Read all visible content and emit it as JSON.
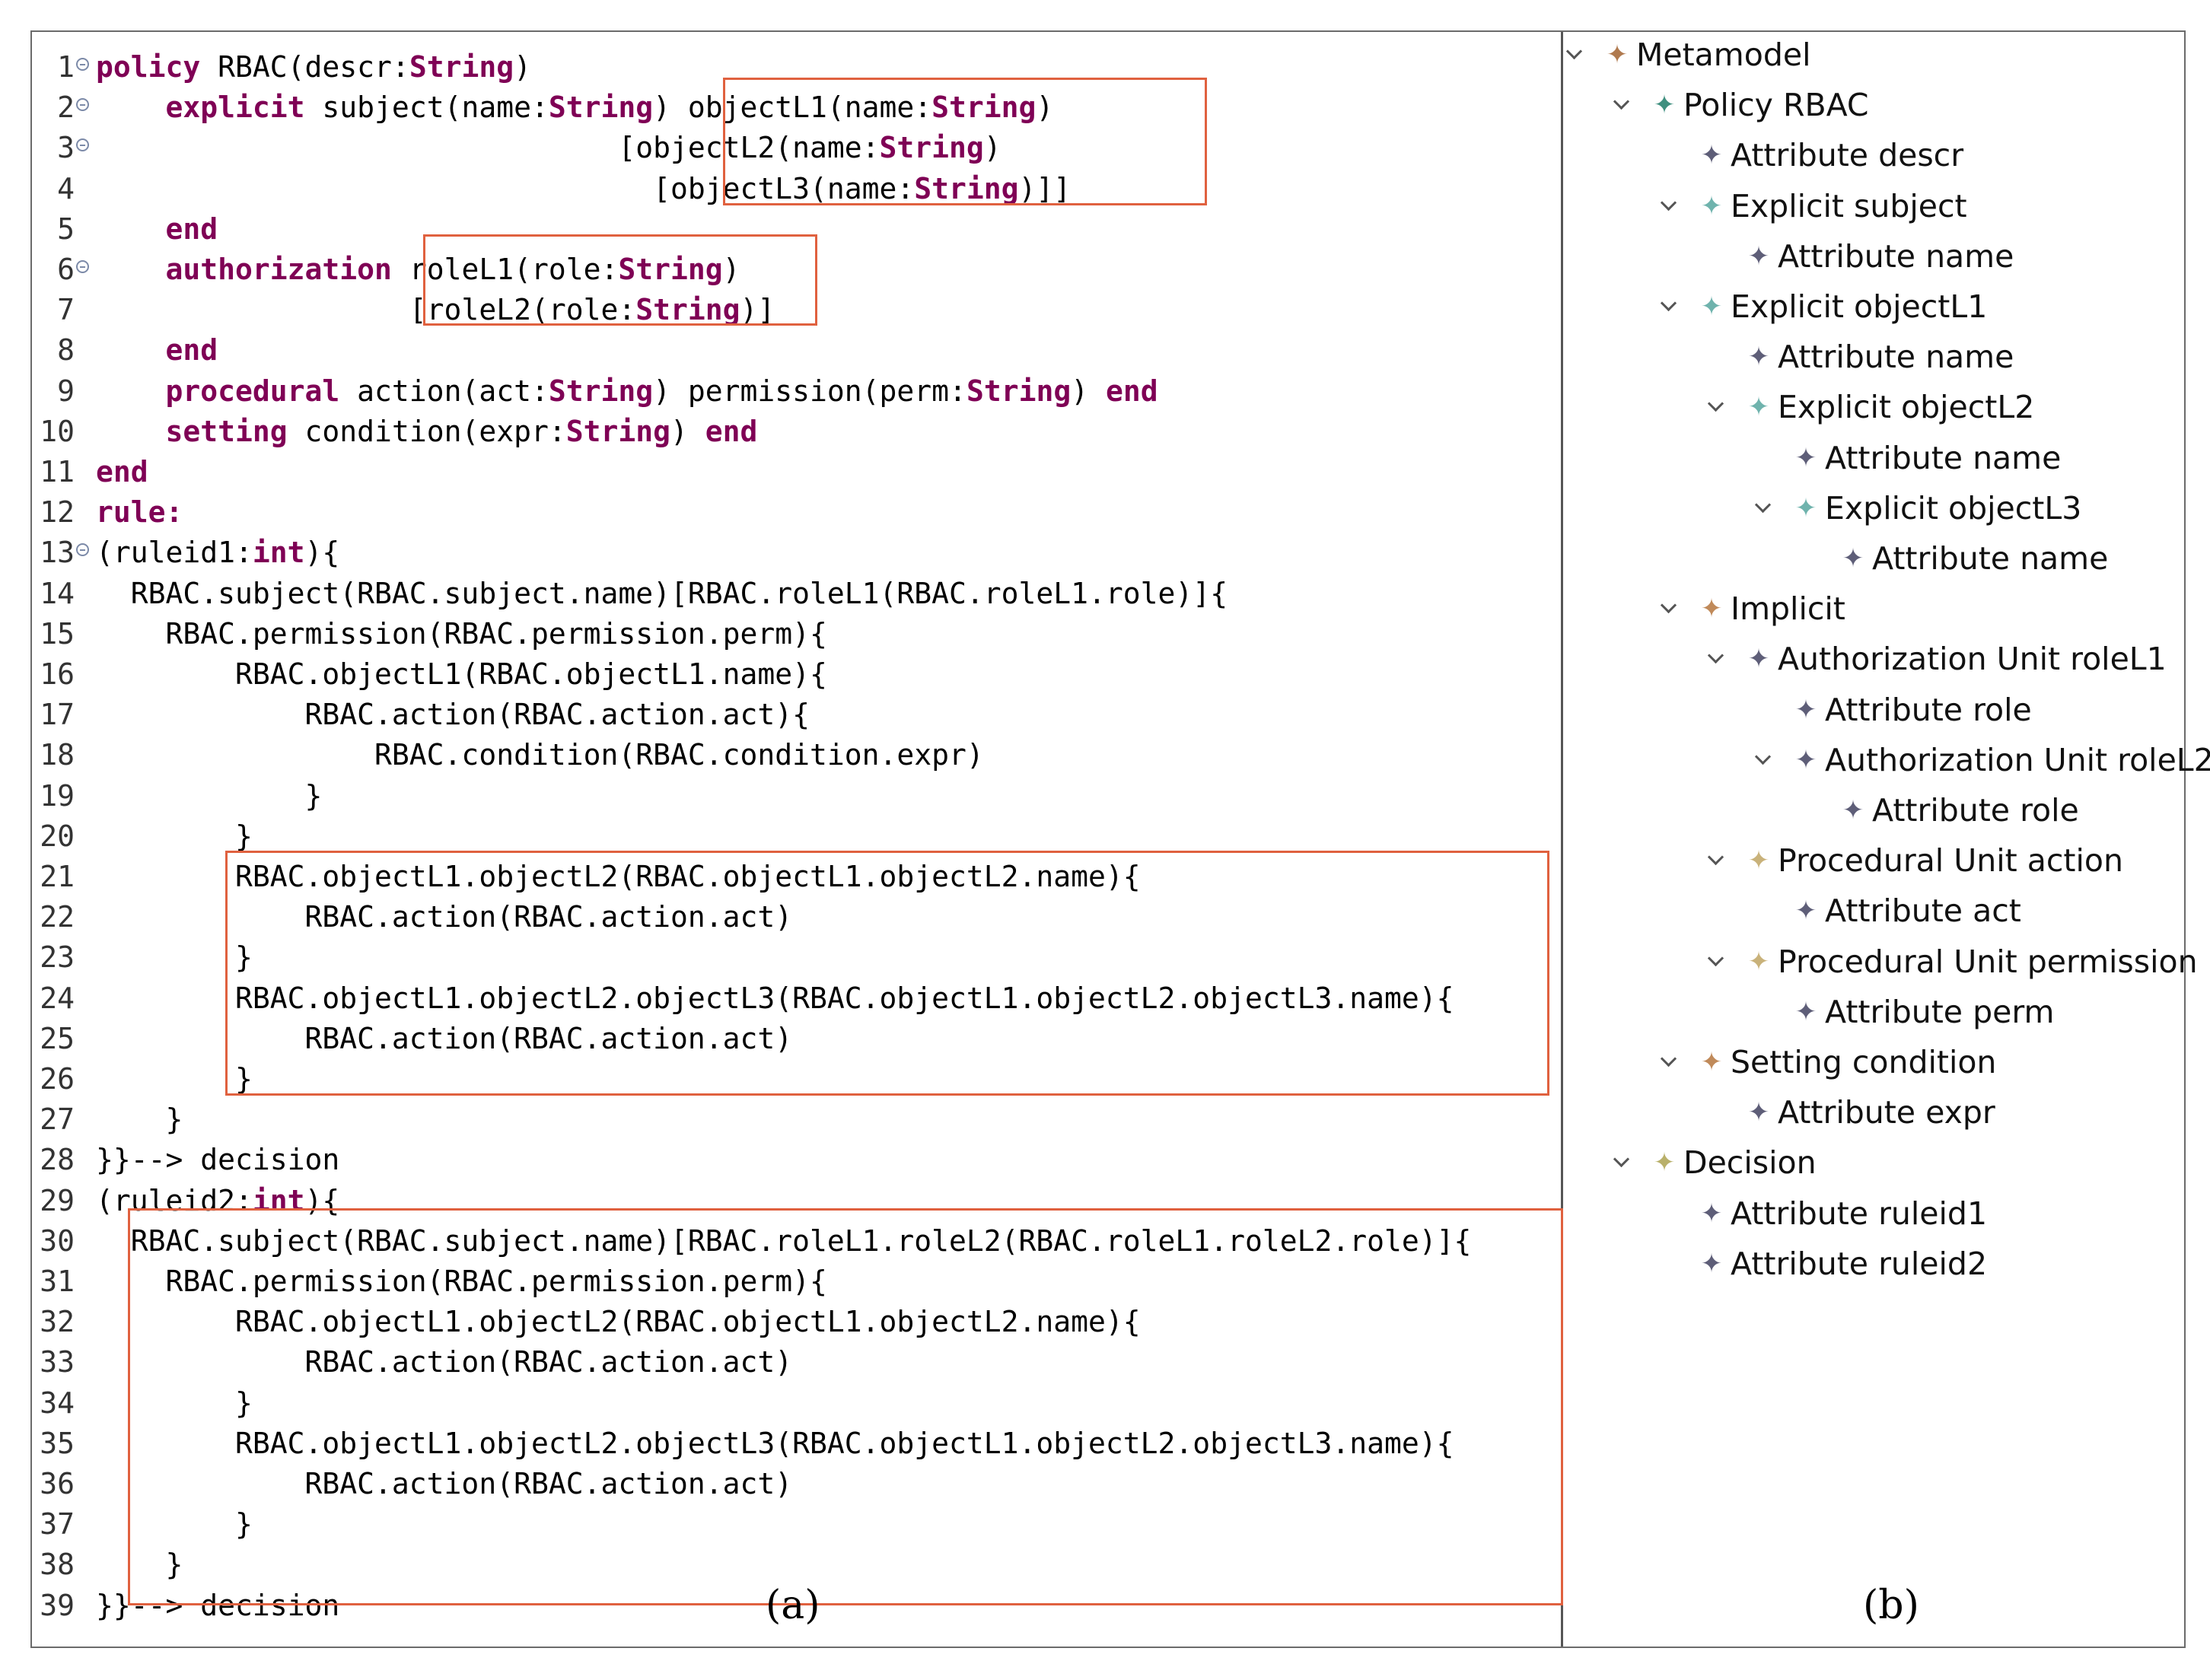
{
  "editor": {
    "caption": "(a)",
    "lines": [
      {
        "n": "1",
        "fold": true,
        "tokens": [
          [
            "kw",
            "policy"
          ],
          [
            "p",
            " RBAC(descr:"
          ],
          [
            "kw",
            "String"
          ],
          [
            "p",
            ")"
          ]
        ]
      },
      {
        "n": "2",
        "fold": true,
        "tokens": [
          [
            "p",
            "    "
          ],
          [
            "kw",
            "explicit"
          ],
          [
            "p",
            " subject(name:"
          ],
          [
            "kw",
            "String"
          ],
          [
            "p",
            ") objectL1(name:"
          ],
          [
            "kw",
            "String"
          ],
          [
            "p",
            ")"
          ]
        ]
      },
      {
        "n": "3",
        "fold": true,
        "tokens": [
          [
            "p",
            "                              [objectL2(name:"
          ],
          [
            "kw",
            "String"
          ],
          [
            "p",
            ")"
          ]
        ]
      },
      {
        "n": "4",
        "fold": false,
        "tokens": [
          [
            "p",
            "                                [objectL3(name:"
          ],
          [
            "kw",
            "String"
          ],
          [
            "p",
            ")]]"
          ]
        ]
      },
      {
        "n": "5",
        "fold": false,
        "tokens": [
          [
            "p",
            "    "
          ],
          [
            "kw",
            "end"
          ]
        ]
      },
      {
        "n": "6",
        "fold": true,
        "tokens": [
          [
            "p",
            "    "
          ],
          [
            "kw",
            "authorization"
          ],
          [
            "p",
            " roleL1(role:"
          ],
          [
            "kw",
            "String"
          ],
          [
            "p",
            ")"
          ]
        ]
      },
      {
        "n": "7",
        "fold": false,
        "tokens": [
          [
            "p",
            "                  [roleL2(role:"
          ],
          [
            "kw",
            "String"
          ],
          [
            "p",
            ")]"
          ]
        ]
      },
      {
        "n": "8",
        "fold": false,
        "tokens": [
          [
            "p",
            "    "
          ],
          [
            "kw",
            "end"
          ]
        ]
      },
      {
        "n": "9",
        "fold": false,
        "tokens": [
          [
            "p",
            "    "
          ],
          [
            "kw",
            "procedural"
          ],
          [
            "p",
            " action(act:"
          ],
          [
            "kw",
            "String"
          ],
          [
            "p",
            ") permission(perm:"
          ],
          [
            "kw",
            "String"
          ],
          [
            "p",
            ") "
          ],
          [
            "kw",
            "end"
          ]
        ]
      },
      {
        "n": "10",
        "fold": false,
        "tokens": [
          [
            "p",
            "    "
          ],
          [
            "kw",
            "setting"
          ],
          [
            "p",
            " condition(expr:"
          ],
          [
            "kw",
            "String"
          ],
          [
            "p",
            ") "
          ],
          [
            "kw",
            "end"
          ]
        ]
      },
      {
        "n": "11",
        "fold": false,
        "tokens": [
          [
            "kw",
            "end"
          ]
        ]
      },
      {
        "n": "12",
        "fold": false,
        "tokens": [
          [
            "kw",
            "rule:"
          ]
        ]
      },
      {
        "n": "13",
        "fold": true,
        "tokens": [
          [
            "p",
            "(ruleid1:"
          ],
          [
            "kw",
            "int"
          ],
          [
            "p",
            "){"
          ]
        ]
      },
      {
        "n": "14",
        "fold": false,
        "tokens": [
          [
            "p",
            "  RBAC.subject(RBAC.subject.name)[RBAC.roleL1(RBAC.roleL1.role)]{"
          ]
        ]
      },
      {
        "n": "15",
        "fold": false,
        "tokens": [
          [
            "p",
            "    RBAC.permission(RBAC.permission.perm){"
          ]
        ]
      },
      {
        "n": "16",
        "fold": false,
        "tokens": [
          [
            "p",
            "        RBAC.objectL1(RBAC.objectL1.name){"
          ]
        ]
      },
      {
        "n": "17",
        "fold": false,
        "tokens": [
          [
            "p",
            "            RBAC.action(RBAC.action.act){"
          ]
        ]
      },
      {
        "n": "18",
        "fold": false,
        "tokens": [
          [
            "p",
            "                RBAC.condition(RBAC.condition.expr)"
          ]
        ]
      },
      {
        "n": "19",
        "fold": false,
        "tokens": [
          [
            "p",
            "            }"
          ]
        ]
      },
      {
        "n": "20",
        "fold": false,
        "tokens": [
          [
            "p",
            "        }"
          ]
        ]
      },
      {
        "n": "21",
        "fold": false,
        "tokens": [
          [
            "p",
            "        RBAC.objectL1.objectL2(RBAC.objectL1.objectL2.name){"
          ]
        ]
      },
      {
        "n": "22",
        "fold": false,
        "tokens": [
          [
            "p",
            "            RBAC.action(RBAC.action.act)"
          ]
        ]
      },
      {
        "n": "23",
        "fold": false,
        "tokens": [
          [
            "p",
            "        }"
          ]
        ]
      },
      {
        "n": "24",
        "fold": false,
        "tokens": [
          [
            "p",
            "        RBAC.objectL1.objectL2.objectL3(RBAC.objectL1.objectL2.objectL3.name){"
          ]
        ]
      },
      {
        "n": "25",
        "fold": false,
        "tokens": [
          [
            "p",
            "            RBAC.action(RBAC.action.act)"
          ]
        ]
      },
      {
        "n": "26",
        "fold": false,
        "tokens": [
          [
            "p",
            "        }"
          ]
        ]
      },
      {
        "n": "27",
        "fold": false,
        "tokens": [
          [
            "p",
            "    }"
          ]
        ]
      },
      {
        "n": "28",
        "fold": false,
        "tokens": [
          [
            "p",
            "}}--> decision"
          ]
        ]
      },
      {
        "n": "29",
        "fold": false,
        "tokens": [
          [
            "p",
            "(ruleid2:"
          ],
          [
            "kw",
            "int"
          ],
          [
            "p",
            "){"
          ]
        ]
      },
      {
        "n": "30",
        "fold": false,
        "tokens": [
          [
            "p",
            "  RBAC.subject(RBAC.subject.name)[RBAC.roleL1.roleL2(RBAC.roleL1.roleL2.role)]{"
          ]
        ]
      },
      {
        "n": "31",
        "fold": false,
        "tokens": [
          [
            "p",
            "    RBAC.permission(RBAC.permission.perm){"
          ]
        ]
      },
      {
        "n": "32",
        "fold": false,
        "tokens": [
          [
            "p",
            "        RBAC.objectL1.objectL2(RBAC.objectL1.objectL2.name){"
          ]
        ]
      },
      {
        "n": "33",
        "fold": false,
        "tokens": [
          [
            "p",
            "            RBAC.action(RBAC.action.act)"
          ]
        ]
      },
      {
        "n": "34",
        "fold": false,
        "tokens": [
          [
            "p",
            "        }"
          ]
        ]
      },
      {
        "n": "35",
        "fold": false,
        "tokens": [
          [
            "p",
            "        RBAC.objectL1.objectL2.objectL3(RBAC.objectL1.objectL2.objectL3.name){"
          ]
        ]
      },
      {
        "n": "36",
        "fold": false,
        "tokens": [
          [
            "p",
            "            RBAC.action(RBAC.action.act)"
          ]
        ]
      },
      {
        "n": "37",
        "fold": false,
        "tokens": [
          [
            "p",
            "        }"
          ]
        ]
      },
      {
        "n": "38",
        "fold": false,
        "tokens": [
          [
            "p",
            "    }"
          ]
        ]
      },
      {
        "n": "39",
        "fold": false,
        "tokens": [
          [
            "p",
            "}}--> decision"
          ]
        ]
      }
    ]
  },
  "tree": {
    "caption": "(b)",
    "nodes": [
      {
        "label": "Metamodel",
        "depth": 0,
        "expanded": true,
        "icon": "metamodel-icon",
        "color": "#b07a4f"
      },
      {
        "label": "Policy RBAC",
        "depth": 1,
        "expanded": true,
        "icon": "policy-icon",
        "color": "#3f8f7f"
      },
      {
        "label": "Attribute descr",
        "depth": 2,
        "expanded": false,
        "icon": "attribute-icon",
        "color": "#5e5e78"
      },
      {
        "label": "Explicit subject",
        "depth": 2,
        "expanded": true,
        "icon": "explicit-icon",
        "color": "#6fb3ad"
      },
      {
        "label": "Attribute name",
        "depth": 3,
        "expanded": false,
        "icon": "attribute-icon",
        "color": "#5e5e78"
      },
      {
        "label": "Explicit objectL1",
        "depth": 2,
        "expanded": true,
        "icon": "explicit-icon",
        "color": "#6fb3ad"
      },
      {
        "label": "Attribute name",
        "depth": 3,
        "expanded": false,
        "icon": "attribute-icon",
        "color": "#5e5e78"
      },
      {
        "label": "Explicit objectL2",
        "depth": 3,
        "expanded": true,
        "icon": "explicit-icon",
        "color": "#6fb3ad"
      },
      {
        "label": "Attribute name",
        "depth": 4,
        "expanded": false,
        "icon": "attribute-icon",
        "color": "#5e5e78"
      },
      {
        "label": "Explicit objectL3",
        "depth": 4,
        "expanded": true,
        "icon": "explicit-icon",
        "color": "#6fb3ad"
      },
      {
        "label": "Attribute name",
        "depth": 5,
        "expanded": false,
        "icon": "attribute-icon",
        "color": "#5e5e78"
      },
      {
        "label": "Implicit",
        "depth": 2,
        "expanded": true,
        "icon": "implicit-icon",
        "color": "#c08a5a"
      },
      {
        "label": "Authorization Unit roleL1",
        "depth": 3,
        "expanded": true,
        "icon": "authorization-icon",
        "color": "#5e5e78"
      },
      {
        "label": "Attribute role",
        "depth": 4,
        "expanded": false,
        "icon": "attribute-icon",
        "color": "#5e5e78"
      },
      {
        "label": "Authorization Unit roleL2",
        "depth": 4,
        "expanded": true,
        "icon": "authorization-icon",
        "color": "#5e5e78"
      },
      {
        "label": "Attribute role",
        "depth": 5,
        "expanded": false,
        "icon": "attribute-icon",
        "color": "#5e5e78"
      },
      {
        "label": "Procedural Unit action",
        "depth": 3,
        "expanded": true,
        "icon": "procedural-icon",
        "color": "#c9b27a"
      },
      {
        "label": "Attribute act",
        "depth": 4,
        "expanded": false,
        "icon": "attribute-icon",
        "color": "#5e5e78"
      },
      {
        "label": "Procedural Unit permission",
        "depth": 3,
        "expanded": true,
        "icon": "procedural-icon",
        "color": "#c9b27a"
      },
      {
        "label": "Attribute perm",
        "depth": 4,
        "expanded": false,
        "icon": "attribute-icon",
        "color": "#5e5e78"
      },
      {
        "label": "Setting condition",
        "depth": 2,
        "expanded": true,
        "icon": "setting-icon",
        "color": "#c08a5a"
      },
      {
        "label": "Attribute expr",
        "depth": 3,
        "expanded": false,
        "icon": "attribute-icon",
        "color": "#5e5e78"
      },
      {
        "label": "Decision",
        "depth": 1,
        "expanded": true,
        "icon": "decision-icon",
        "color": "#b9b06a"
      },
      {
        "label": "Attribute ruleid1",
        "depth": 2,
        "expanded": false,
        "icon": "attribute-icon",
        "color": "#5e5e78"
      },
      {
        "label": "Attribute ruleid2",
        "depth": 2,
        "expanded": false,
        "icon": "attribute-icon",
        "color": "#5e5e78"
      }
    ]
  },
  "highlight_color": "#e0613f"
}
